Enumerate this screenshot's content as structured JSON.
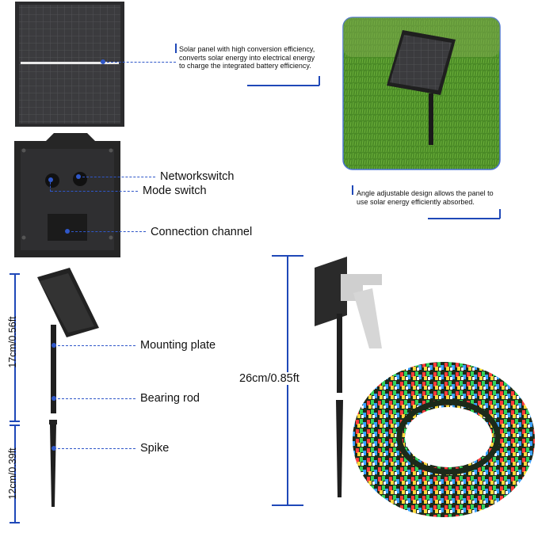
{
  "annotations": {
    "solar_panel_note": "Solar panel with high conversion efficiency, converts solar energy into electrical energy to charge the integrated battery efficiency.",
    "angle_note": "Angle adjustable design allows the panel to use solar energy efficiently absorbed.",
    "network_switch": "Networkswitch",
    "mode_switch": "Mode switch",
    "connection_channel": "Connection channel",
    "mounting_plate": "Mounting plate",
    "bearing_rod": "Bearing rod",
    "spike": "Spike"
  },
  "dimensions": {
    "upper_height": "17cm/0.56ft",
    "lower_height": "12cm/0.39ft",
    "total_height": "26cm/0.85ft"
  },
  "colors": {
    "accent_line": "#2f57c9",
    "panel_dark": "#2a2a2a",
    "grass": "#4f8a2a"
  }
}
